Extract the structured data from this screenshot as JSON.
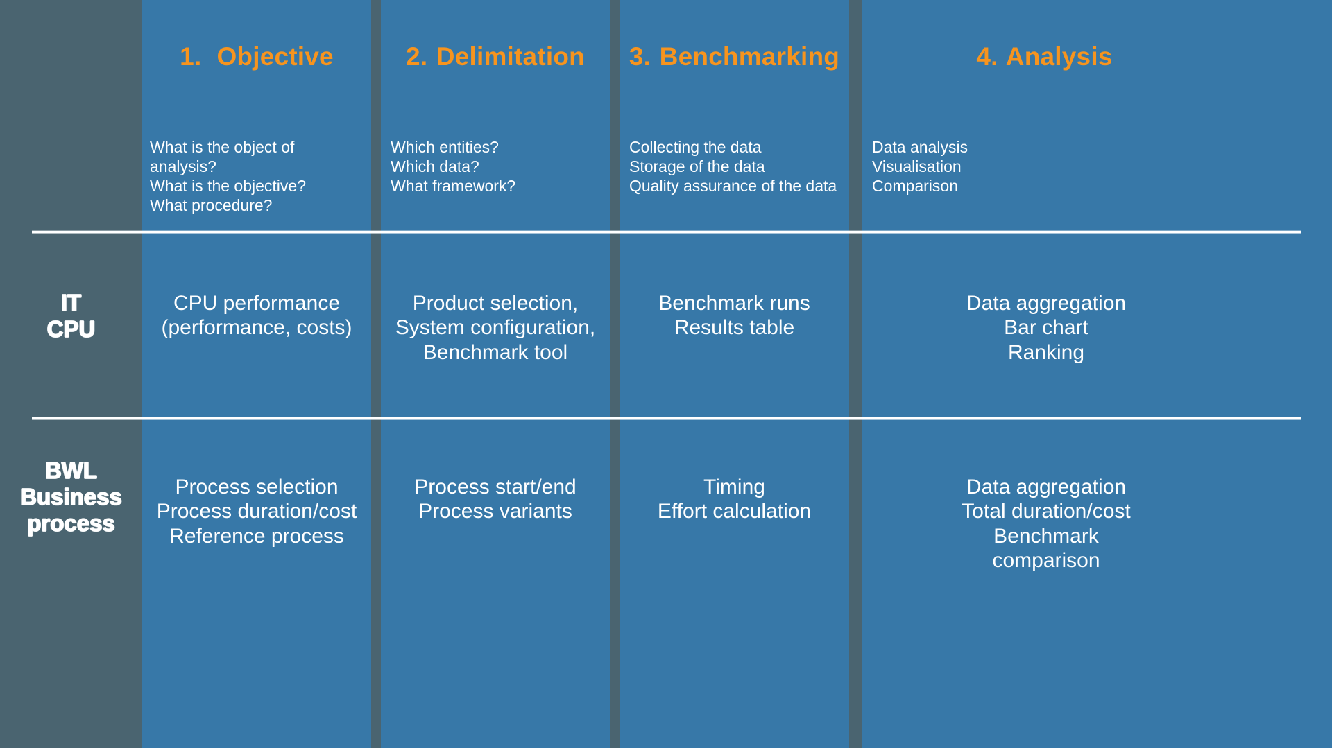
{
  "slide": {
    "background_color": "#4a6470",
    "column_color": "#3778a8",
    "accent_color": "#f7941e",
    "text_color": "#ffffff"
  },
  "columns": [
    {
      "number": "1.",
      "title": "Objective",
      "questions": "What is the object of\nanalysis?\nWhat is the objective?\nWhat procedure?"
    },
    {
      "number": "2.",
      "title": "Delimitation",
      "questions": "Which entities?\nWhich data?\nWhat framework?"
    },
    {
      "number": "3.",
      "title": "Benchmarking",
      "questions": "Collecting the data\nStorage of the data\nQuality assurance of the data"
    },
    {
      "number": "4.",
      "title": "Analysis",
      "questions": "Data analysis\nVisualisation\nComparison"
    }
  ],
  "rows": [
    {
      "label": "IT\nCPU",
      "cells": [
        "CPU performance\n(performance, costs)",
        "Product selection,\nSystem configuration,\nBenchmark tool",
        "Benchmark runs\nResults table",
        "Data aggregation\nBar chart\nRanking"
      ]
    },
    {
      "label": "BWL\nBusiness\nprocess",
      "cells": [
        "Process selection\nProcess duration/cost\nReference process",
        "Process start/end\nProcess variants",
        "Timing\nEffort calculation",
        "Data aggregation\nTotal duration/cost\nBenchmark\ncomparison"
      ]
    }
  ]
}
